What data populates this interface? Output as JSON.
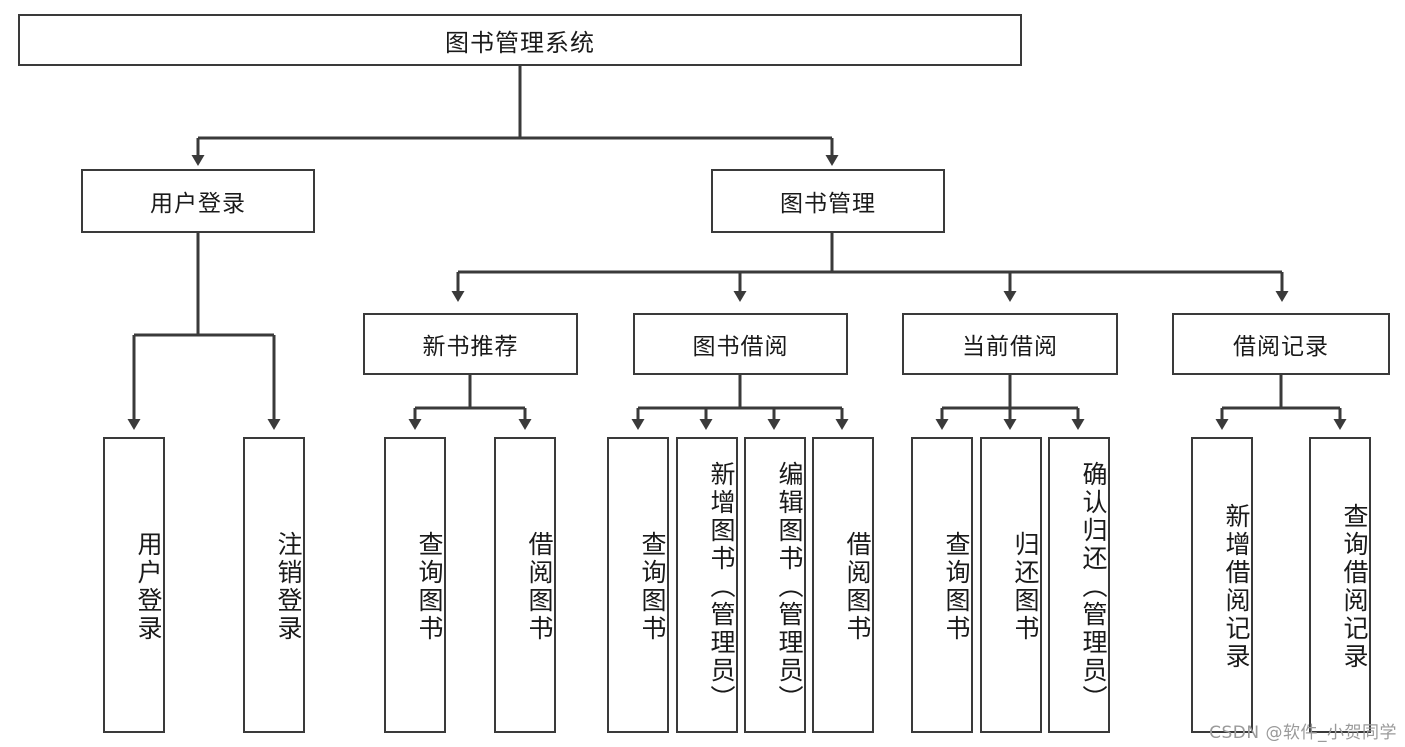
{
  "diagram": {
    "title": "图书管理系统",
    "type": "hierarchy-tree",
    "root": {
      "label": "图书管理系统"
    },
    "level2": [
      {
        "label": "用户登录"
      },
      {
        "label": "图书管理"
      }
    ],
    "level3": [
      {
        "label": "新书推荐"
      },
      {
        "label": "图书借阅"
      },
      {
        "label": "当前借阅"
      },
      {
        "label": "借阅记录"
      }
    ],
    "leaves": {
      "user_login": [
        {
          "label": "用户登录"
        },
        {
          "label": "注销登录"
        }
      ],
      "new_book_recommend": [
        {
          "label": "查询图书"
        },
        {
          "label": "借阅图书"
        }
      ],
      "book_borrow": [
        {
          "label": "查询图书"
        },
        {
          "label": "新增图书（管理员）"
        },
        {
          "label": "编辑图书（管理员）"
        },
        {
          "label": "借阅图书"
        }
      ],
      "current_borrow": [
        {
          "label": "查询图书"
        },
        {
          "label": "归还图书"
        },
        {
          "label": "确认归还（管理员）"
        }
      ],
      "borrow_record": [
        {
          "label": "新增借阅记录"
        },
        {
          "label": "查询借阅记录"
        }
      ]
    },
    "watermark": "CSDN @软件_小贺同学",
    "colors": {
      "stroke": "#3a3a3a",
      "fill": "#ffffff",
      "text": "#1a1a1a",
      "watermark": "#9a9a9a"
    }
  }
}
